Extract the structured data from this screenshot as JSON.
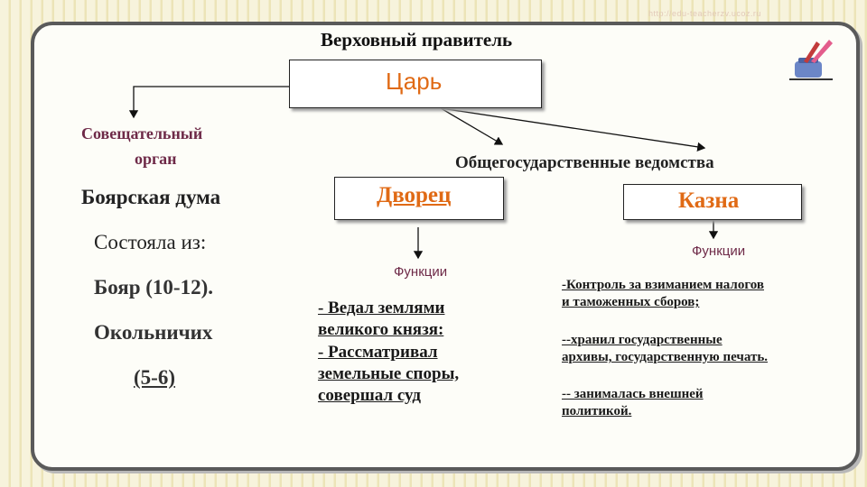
{
  "watermark": "http://edu-teacherzv.ucoz.ru",
  "header": {
    "supreme_label": "Верховный правитель",
    "tsar": "Царь"
  },
  "left": {
    "advisory_label": [
      "Совещательный",
      "орган"
    ],
    "duma": "Боярская дума",
    "consisted": "Состояла из:",
    "boyars": "Бояр (10-12).",
    "okolnichi": "Окольничих",
    "okolnichi_count": " (5-6)"
  },
  "center": {
    "agencies_label": "Общегосударственные ведомства",
    "dvorets": "Дворец",
    "functions_label": "Функции",
    "functions": [
      "- Ведал землями",
      "великого князя:",
      "- Рассматривал",
      "земельные споры,",
      "совершал суд"
    ]
  },
  "right": {
    "kazna": "Казна",
    "functions_label": "Функции",
    "functions": [
      [
        "-Контроль за взиманием налогов",
        "и таможенных сборов;"
      ],
      [
        "--хранил государственные",
        "архивы, государственную печать."
      ],
      [
        "-- занималась внешней",
        "политикой."
      ]
    ]
  },
  "colors": {
    "orange": "#e06a15",
    "purple": "#6e2a48",
    "frame": "#5a5a5a"
  },
  "icons": [
    "quill-ink-icon"
  ]
}
